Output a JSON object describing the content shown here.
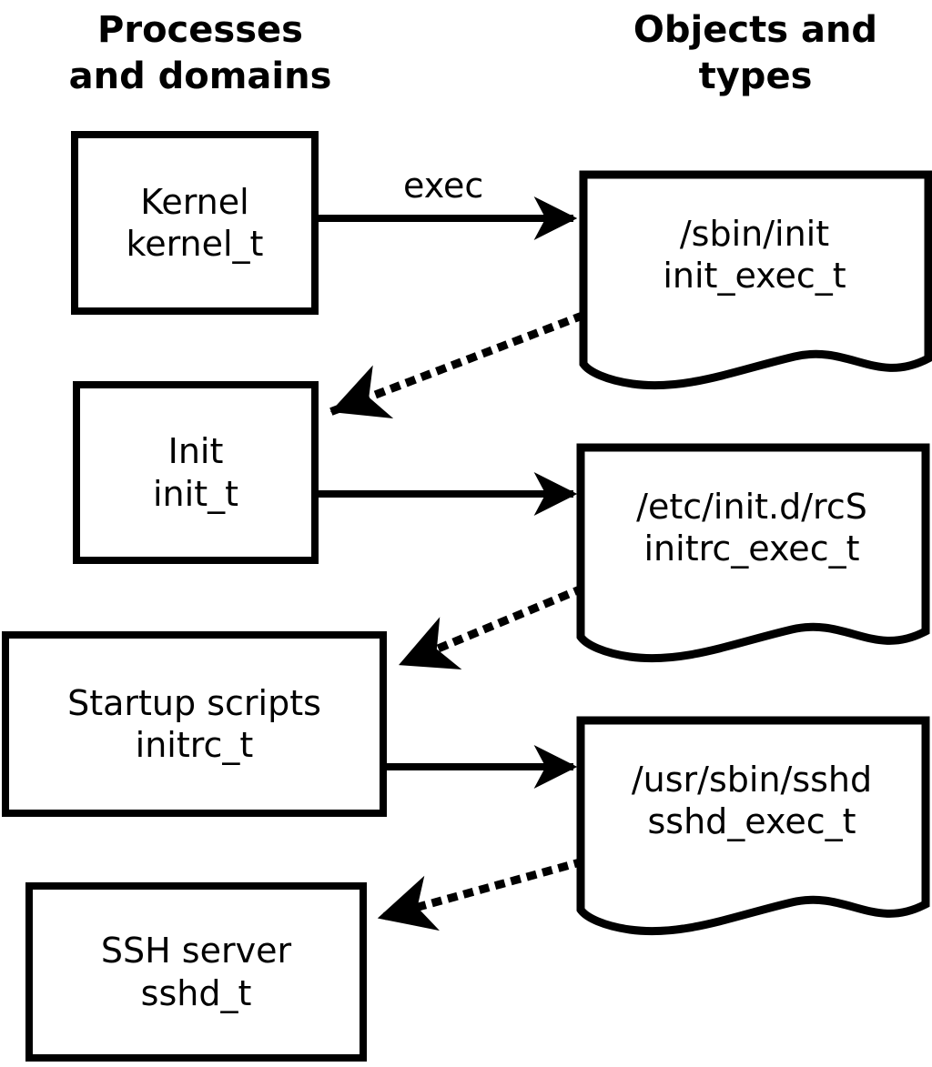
{
  "diagram": {
    "title_left": "Processes\nand domains",
    "title_right": "Objects and\ntypes",
    "stroke_color": "#000000",
    "background_color": "#ffffff"
  },
  "processes": [
    {
      "name": "Kernel",
      "type": "kernel_t"
    },
    {
      "name": "Init",
      "type": "init_t"
    },
    {
      "name": "Startup scripts",
      "type": "initrc_t"
    },
    {
      "name": "SSH server",
      "type": "sshd_t"
    }
  ],
  "objects": [
    {
      "path": "/sbin/init",
      "type": "init_exec_t"
    },
    {
      "path": "/etc/init.d/rcS",
      "type": "initrc_exec_t"
    },
    {
      "path": "/usr/sbin/sshd",
      "type": "sshd_exec_t"
    }
  ],
  "edges": [
    {
      "from": "Kernel",
      "to": "/sbin/init",
      "label": "exec",
      "style": "solid"
    },
    {
      "from": "/sbin/init",
      "to": "Init",
      "label": "",
      "style": "dotted"
    },
    {
      "from": "Init",
      "to": "/etc/init.d/rcS",
      "label": "",
      "style": "solid"
    },
    {
      "from": "/etc/init.d/rcS",
      "to": "Startup scripts",
      "label": "",
      "style": "dotted"
    },
    {
      "from": "Startup scripts",
      "to": "/usr/sbin/sshd",
      "label": "",
      "style": "solid"
    },
    {
      "from": "/usr/sbin/sshd",
      "to": "SSH server",
      "label": "",
      "style": "dotted"
    }
  ]
}
